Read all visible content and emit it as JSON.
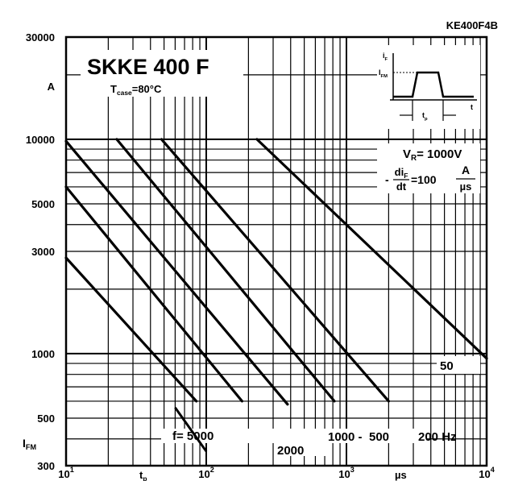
{
  "chart_data": {
    "type": "line",
    "chart_code": "KE400F4B",
    "title": "SKKE 400 F",
    "condition": "T",
    "condition_sub": "case",
    "condition_value": "=80°C",
    "x_scale": "log",
    "y_scale": "log",
    "xlim": [
      10,
      10000
    ],
    "ylim": [
      300,
      30000
    ],
    "x_ticks": [
      {
        "v": 10,
        "base": "10",
        "exp": "1"
      },
      {
        "v": 100,
        "base": "10",
        "exp": "2"
      },
      {
        "v": 1000,
        "base": "10",
        "exp": "3"
      },
      {
        "v": 10000,
        "base": "10",
        "exp": "4"
      }
    ],
    "y_ticks": [
      {
        "v": 300,
        "label": "300"
      },
      {
        "v": 500,
        "label": "500"
      },
      {
        "v": 1000,
        "label": "1000"
      },
      {
        "v": 3000,
        "label": "3000"
      },
      {
        "v": 5000,
        "label": "5000"
      },
      {
        "v": 10000,
        "label": "10000"
      },
      {
        "v": 30000,
        "label": "30000"
      }
    ],
    "xlabel": "t",
    "xlabel_sub": "p",
    "xunit": "µs",
    "ylabel": "I",
    "ylabel_sub": "FM",
    "yunit": "A",
    "grid": true,
    "series": [
      {
        "name": "5000",
        "points": [
          [
            10,
            2800
          ],
          [
            85,
            600
          ]
        ]
      },
      {
        "name": "2000",
        "points": [
          [
            10,
            6000
          ],
          [
            180,
            600
          ]
        ]
      },
      {
        "name": "1000",
        "points": [
          [
            10,
            9800
          ],
          [
            380,
            580
          ]
        ]
      },
      {
        "name": "500",
        "points": [
          [
            23,
            10000
          ],
          [
            820,
            600
          ]
        ]
      },
      {
        "name": "200",
        "points": [
          [
            48,
            10000
          ],
          [
            2000,
            600
          ]
        ]
      },
      {
        "name": "50",
        "points": [
          [
            230,
            10000
          ],
          [
            10000,
            950
          ]
        ]
      }
    ],
    "freq_label_prefix": "f=",
    "freq_unit": "Hz",
    "extra_segment": {
      "points": [
        [
          60,
          560
        ],
        [
          100,
          350
        ]
      ]
    },
    "annotation": {
      "vr_label": "V",
      "vr_sub": "R",
      "vr_value": "= 1000V",
      "didt_lhs_num": "di",
      "didt_lhs_num_sub": "F",
      "didt_lhs_den": "dt",
      "didt_rhs": "=100",
      "didt_unit_num": "A",
      "didt_unit_den": "µs",
      "minus": "-"
    },
    "inset": {
      "if_label": "i",
      "if_sub": "F",
      "ifm_label": "I",
      "ifm_sub": "FM",
      "tp_label": "t",
      "tp_sub": "p",
      "t_label": "t"
    }
  }
}
